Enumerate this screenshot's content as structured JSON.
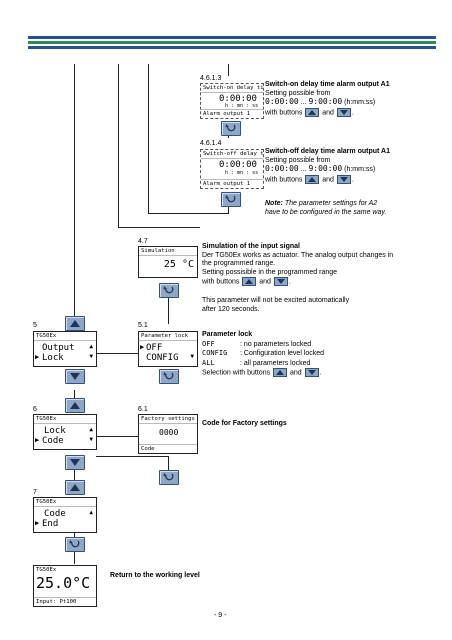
{
  "sections": {
    "s4613": {
      "number": "4.6.1.3",
      "lcd_header": "Switch-on delay time",
      "lcd_value": "0:00:00",
      "lcd_format": "h : mn : ss",
      "lcd_footer": "Alarm output 1"
    },
    "s4614": {
      "number": "4.6.1.4",
      "lcd_header": "Switch-off delay time",
      "lcd_value": "0:00:00",
      "lcd_format": "h : mn : ss",
      "lcd_footer": "Alarm output 1"
    },
    "s47": {
      "number": "4.7",
      "lcd_header": "Simulation",
      "lcd_value": "25 °C"
    },
    "s5": {
      "number": "5",
      "lcd_header": "TG50Ex",
      "line1": "Output",
      "line2": "Lock"
    },
    "s51": {
      "number": "5.1",
      "lcd_header": "Parameter lock",
      "line1": "OFF",
      "line2": "CONFIG"
    },
    "s6": {
      "number": "6",
      "lcd_header": "TG50Ex",
      "line1": "Lock",
      "line2": "Code"
    },
    "s61": {
      "number": "6.1",
      "lcd_header": "Factory settings",
      "lcd_value": "0000",
      "lcd_footer": "Code"
    },
    "s7": {
      "number": "7",
      "lcd_header": "TG50Ex",
      "line1": "Code",
      "line2": "End"
    },
    "s8": {
      "lcd_header": "TG50Ex",
      "lcd_value": "25.0°C",
      "lcd_footer": "Input: Pt100"
    }
  },
  "descriptions": {
    "switch_on": {
      "title": "Switch-on delay time alarm output A1",
      "line1": "Setting possible from",
      "range_from": "0:00:00",
      "range_sep": " ... ",
      "range_to": "9:00:00",
      "range_unit": " (h:mm:ss)",
      "buttons_text": "with buttons",
      "and": "and",
      "dot": "."
    },
    "switch_off": {
      "title": "Switch-off delay time alarm output A1",
      "line1": "Setting possible from",
      "range_from": "0:00:00",
      "range_sep": " ... ",
      "range_to": "9:00:00",
      "range_unit": " (h:mm:ss)",
      "buttons_text": "with buttons",
      "and": "and",
      "dot": "."
    },
    "note": {
      "label": "Note:",
      "text1": " The parameter settings for A2",
      "text2": "have to be configured in the same way."
    },
    "simulation": {
      "title": "Simulation of the input signal",
      "line1": "Der TG50Ex works as actuator. The analog output changes in",
      "line2": "the programmed range.",
      "line3": "Setting possisible in the programmed range",
      "buttons_text": "with buttons",
      "and": "and",
      "dot": ".",
      "line5": "This parameter will not be excited automatically",
      "line6": "after 120 seconds."
    },
    "param_lock": {
      "title": "Parameter lock",
      "off_key": "OFF",
      "off_val": ": no parameters locked",
      "config_key": "CONFIG",
      "config_val": ": Configuration level locked",
      "all_key": "ALL",
      "all_val": ": all parameters locked",
      "buttons_text": "Selection with buttons",
      "and": "and",
      "dot": "."
    },
    "factory": {
      "title": "Code for Factory settings"
    },
    "return": {
      "title": "Return to the working level"
    }
  },
  "footer": {
    "page": "- 9 -"
  },
  "icons": {
    "up": "up-arrow-icon",
    "down": "down-arrow-icon",
    "enter": "enter-return-icon"
  },
  "colors": {
    "stripe_blue": "#2a4f8f",
    "stripe_green": "#2e8b57",
    "button": "#8fa7c4"
  }
}
